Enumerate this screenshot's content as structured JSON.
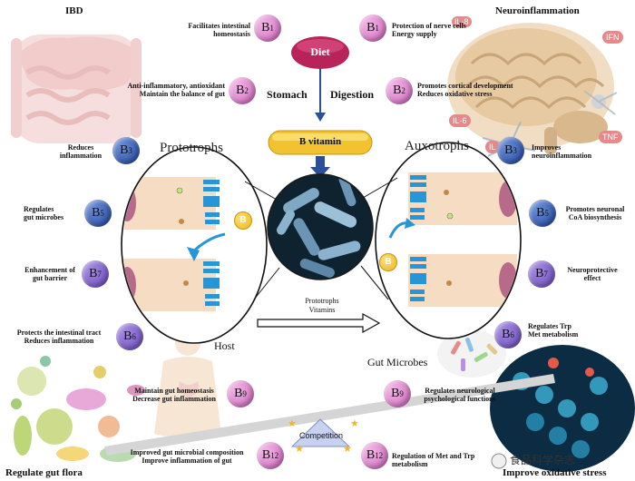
{
  "corners": {
    "ibd": "IBD",
    "neuroinflammation": "Neuroinflammation",
    "regulate_gut_flora": "Regulate gut flora",
    "improve_oxidative_stress": "Improve oxidative stress"
  },
  "center": {
    "diet": "Diet",
    "stomach": "Stomach",
    "digestion": "Digestion",
    "b_vitamin": "B vitamin",
    "prototrophs": "Prototrophs",
    "auxotrophs": "Auxotrophs",
    "arrow_label_line1": "Prototrophs",
    "arrow_label_line2": "Vitamins",
    "host": "Host",
    "gut_microbes": "Gut Microbes",
    "competition": "Competition",
    "b_small": "B"
  },
  "cytokines": [
    "IL-8",
    "IFN",
    "IL-6",
    "TNF",
    "IL"
  ],
  "watermark": "食品科学杂志",
  "vitamins": [
    {
      "id": "left-b1",
      "letter": "B",
      "sub": "1",
      "color": "pink",
      "label": "Facilitates intestinal\nhomeostasis"
    },
    {
      "id": "right-b1",
      "letter": "B",
      "sub": "1",
      "color": "pink",
      "label": "Protection of nerve cells\nEnergy supply"
    },
    {
      "id": "left-b2",
      "letter": "B",
      "sub": "2",
      "color": "pink",
      "label": "Anti-inflammatory, antioxidant\nMaintain the balance of gut"
    },
    {
      "id": "right-b2",
      "letter": "B",
      "sub": "2",
      "color": "pink",
      "label": "Promotes cortical development\nReduces oxidative stress"
    },
    {
      "id": "left-b3",
      "letter": "B",
      "sub": "3",
      "color": "blue",
      "label": "Reduces\ninflammation"
    },
    {
      "id": "right-b3",
      "letter": "B",
      "sub": "3",
      "color": "blue",
      "label": "Improves\nneuroinflammation"
    },
    {
      "id": "left-b5",
      "letter": "B",
      "sub": "5",
      "color": "blue",
      "label": "Regulates\ngut microbes"
    },
    {
      "id": "right-b5",
      "letter": "B",
      "sub": "5",
      "color": "blue",
      "label": "Promotes neuronal\nCoA biosynthesis"
    },
    {
      "id": "left-b7",
      "letter": "B",
      "sub": "7",
      "color": "purple",
      "label": "Enhancement of\ngut barrier"
    },
    {
      "id": "right-b7",
      "letter": "B",
      "sub": "7",
      "color": "purple",
      "label": "Neuroprotective\neffect"
    },
    {
      "id": "left-b6",
      "letter": "B",
      "sub": "6",
      "color": "purple",
      "label": "Protects the intestinal tract\nReduces inflammation"
    },
    {
      "id": "right-b6",
      "letter": "B",
      "sub": "6",
      "color": "purple",
      "label": "Regulates Trp\nMet metabolism"
    },
    {
      "id": "left-b9",
      "letter": "B",
      "sub": "9",
      "color": "pink",
      "label": "Maintain gut homeostasis\nDecrease gut inflammation"
    },
    {
      "id": "right-b9",
      "letter": "B",
      "sub": "9",
      "color": "pink",
      "label": "Regulates neurological\npsychological functions"
    },
    {
      "id": "left-b12",
      "letter": "B",
      "sub": "12",
      "color": "pink",
      "label": "Improved gut microbial composition\nImprove inflammation of gut"
    },
    {
      "id": "right-b12",
      "letter": "B",
      "sub": "12",
      "color": "pink",
      "label": "Regulation of Met and Trp metabolism"
    }
  ]
}
